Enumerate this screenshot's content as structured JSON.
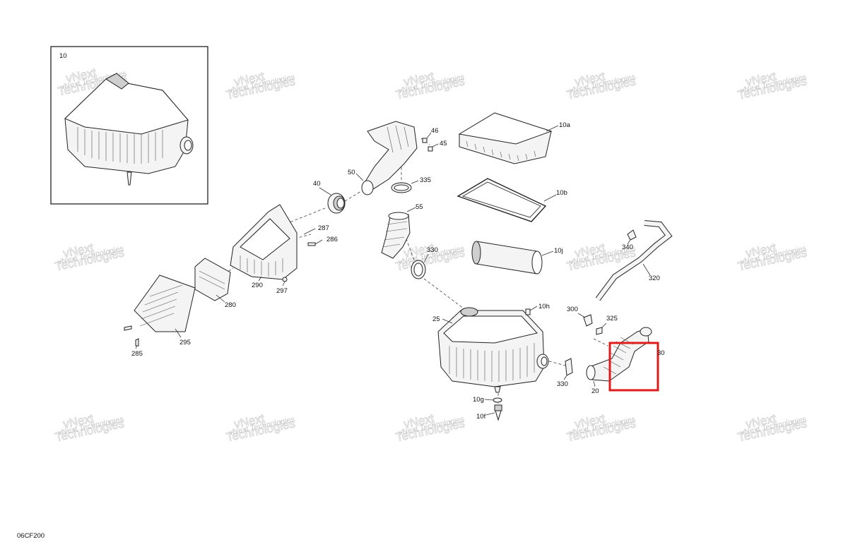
{
  "diagram": {
    "code": "06CF200",
    "highlight_color": "#e11b1b",
    "line_color": "#222222",
    "watermark": {
      "line1": "vNext",
      "line2": "Technologies",
      "combined": "vNext Technologies"
    },
    "inset": {
      "label": "10"
    },
    "callouts": {
      "c46": "46",
      "c45": "45",
      "c10a": "10a",
      "c50": "50",
      "c335": "335",
      "c40": "40",
      "c10b": "10b",
      "c55": "55",
      "c287": "287",
      "c286": "286",
      "c330a": "330",
      "c10j": "10j",
      "c340": "340",
      "c290": "290",
      "c297": "297",
      "c280": "280",
      "c320": "320",
      "c10h": "10h",
      "c300": "300",
      "c25": "25",
      "c325": "325",
      "c285": "285",
      "c295": "295",
      "c30": "30",
      "c330b": "330",
      "c20": "20",
      "c10g": "10g",
      "c10f": "10f"
    }
  }
}
